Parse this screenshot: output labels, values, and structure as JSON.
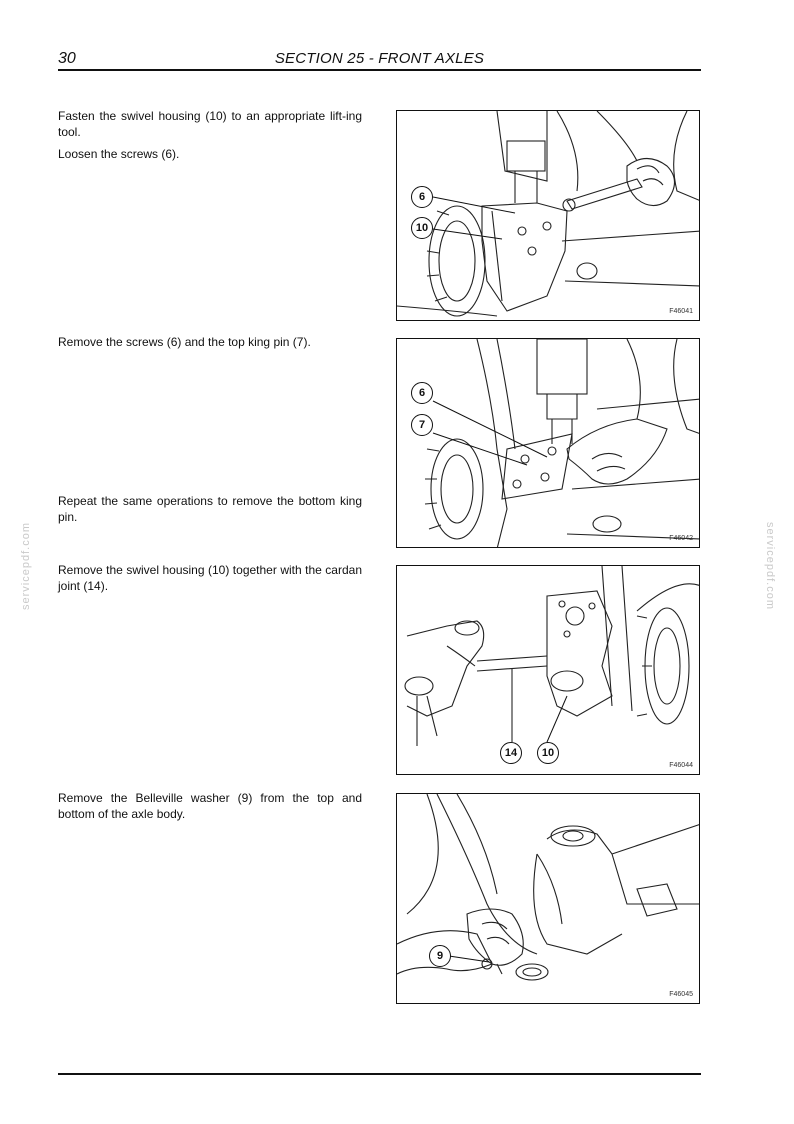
{
  "header": {
    "page_number": "30",
    "section_title": "SECTION 25 - FRONT AXLES"
  },
  "steps": [
    {
      "text": "Fasten the swivel housing (10) to an appropriate lift-ing tool."
    },
    {
      "text": "Loosen the screws (6)."
    },
    {
      "text": "Remove the screws (6) and the top king pin (7)."
    },
    {
      "text": "Repeat the same operations to remove the bottom king pin."
    },
    {
      "text": "Remove the swivel housing (10) together with the cardan joint (14)."
    },
    {
      "text": "Remove the Belleville washer (9) from the top and bottom of the axle body."
    }
  ],
  "figures": [
    {
      "code": "F46041",
      "callouts": [
        "6",
        "10"
      ]
    },
    {
      "code": "F46042",
      "callouts": [
        "6",
        "7"
      ]
    },
    {
      "code": "F46044",
      "callouts": [
        "14",
        "10"
      ]
    },
    {
      "code": "F46045",
      "callouts": [
        "9"
      ]
    }
  ],
  "watermark": "servicepdf.com"
}
